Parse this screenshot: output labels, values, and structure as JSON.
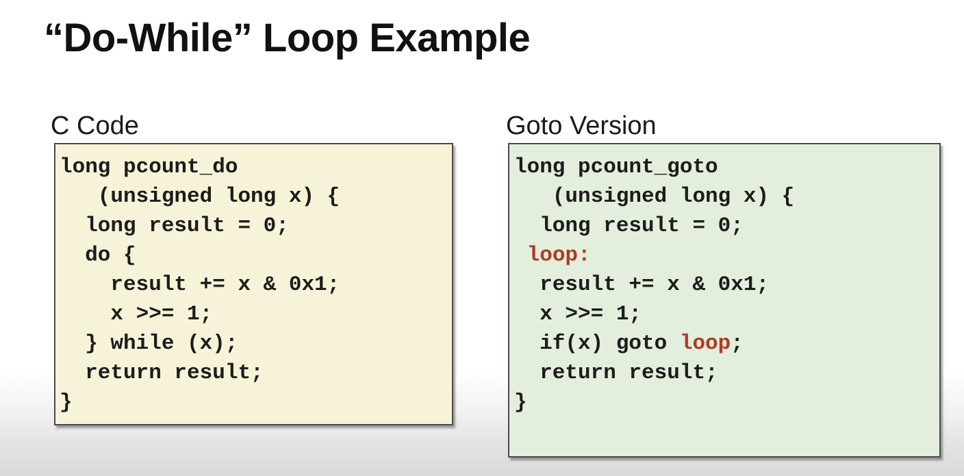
{
  "title": "“Do-While” Loop Example",
  "left_panel": {
    "heading": "C Code",
    "lines": [
      "long pcount_do",
      "   (unsigned long x) {",
      "  long result = 0;",
      "  do {",
      "    result += x & 0x1;",
      "    x >>= 1;",
      "  } while (x);",
      "  return result;",
      "}"
    ]
  },
  "right_panel": {
    "heading": "Goto Version",
    "lines": [
      "long pcount_goto",
      "   (unsigned long x) {",
      "  long result = 0;",
      " ",
      "  result += x & 0x1;",
      "  x >>= 1;",
      "  if(x) goto ",
      "  return result;",
      "}"
    ],
    "label_text": "loop:",
    "goto_target": "loop",
    "goto_suffix": ";"
  },
  "colors": {
    "left_box_bg": "#f7f3d8",
    "right_box_bg": "#e4eedc",
    "highlight": "#b03a26"
  }
}
